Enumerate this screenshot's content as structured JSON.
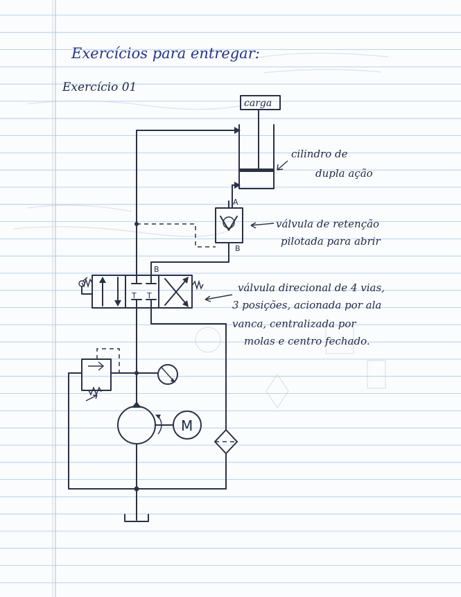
{
  "page": {
    "title": "Exercícios para entregar:",
    "exercise": "Exercício 01"
  },
  "colors": {
    "paper": "#fbfcfd",
    "ruled_line": "#a9c4e8",
    "margin_line": "#b7b9d6",
    "ink_title": "#23338a",
    "ink_drawing": "#2a3145"
  },
  "diagram": {
    "load_label": "carga",
    "port_a": "A",
    "port_b": "B",
    "valve_port_b": "B",
    "valve_port_t1": "T",
    "valve_port_t2": "T",
    "motor_label": "M",
    "annotations": {
      "cylinder": [
        "cilindro de",
        "dupla ação"
      ],
      "check_valve": [
        "válvula de retenção",
        "pilotada para abrir"
      ],
      "directional_valve": [
        "válvula direcional de 4 vias,",
        "3 posições, acionada por ala",
        "vanca, centralizada por",
        "molas e centro fechado."
      ]
    },
    "icons": [
      "double-acting-cylinder",
      "pilot-check-valve-icon",
      "directional-valve-icon",
      "relief-valve-icon",
      "pressure-gauge-icon",
      "pump-icon",
      "electric-motor-icon",
      "filter-icon",
      "tank-icon",
      "spring-icon",
      "lever-icon"
    ]
  }
}
